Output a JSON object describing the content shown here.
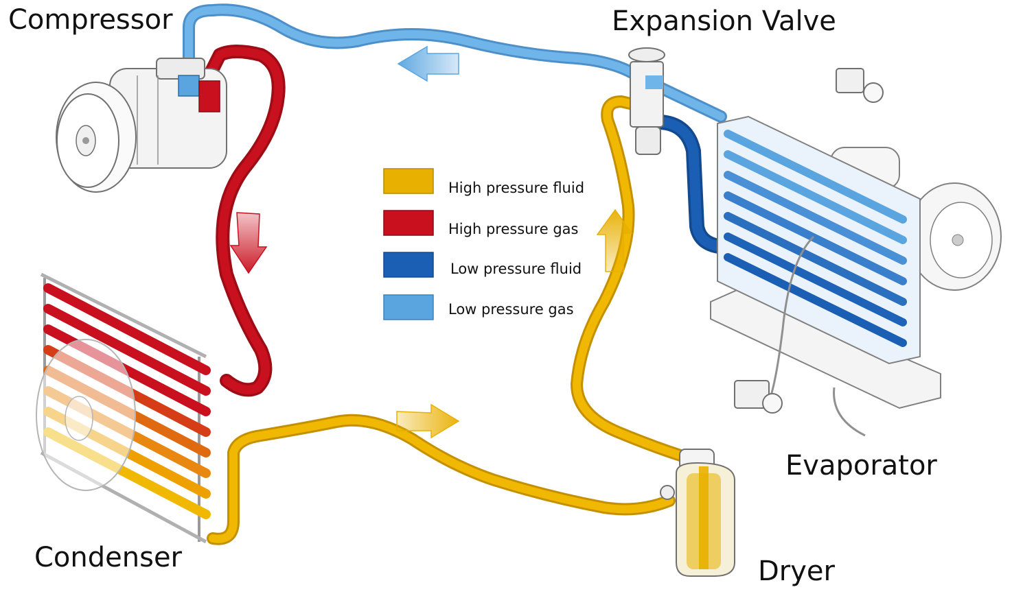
{
  "components": {
    "compressor": "Compressor",
    "expansion_valve": "Expansion Valve",
    "evaporator": "Evaporator",
    "condenser": "Condenser",
    "dryer": "Dryer"
  },
  "legend": [
    {
      "label": "High pressure fluid",
      "color": "#E8B000"
    },
    {
      "label": "High pressure gas",
      "color": "#C8101E"
    },
    {
      "label": "Low pressure fluid",
      "color": "#1B5FB4"
    },
    {
      "label": "Low pressure gas",
      "color": "#5AA5E0"
    }
  ],
  "colors": {
    "high_pressure_fluid": "#E8B000",
    "high_pressure_gas": "#C8101E",
    "low_pressure_fluid": "#1B5FB4",
    "low_pressure_gas": "#5AA5E0",
    "outline": "#7a7a7a"
  },
  "icons": [
    "flow-arrow-icon",
    "fan-icon",
    "sensor-icon"
  ]
}
